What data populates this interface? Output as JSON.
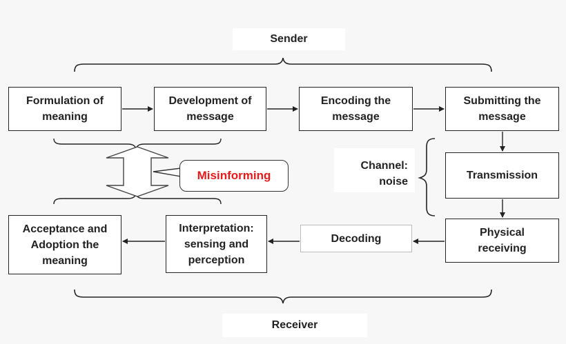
{
  "sender_label": "Sender",
  "receiver_label": "Receiver",
  "boxes": {
    "formulation": "Formulation of\nmeaning",
    "development": "Development of\nmessage",
    "encoding": "Encoding the\nmessage",
    "submitting": "Submitting the\nmessage",
    "transmission": "Transmission",
    "physical": "Physical\nreceiving",
    "decoding": "Decoding",
    "interpretation": "Interpretation:\nsensing and\nperception",
    "acceptance": "Acceptance and\nAdoption the\nmeaning"
  },
  "channel_label": "Channel:\nnoise",
  "misinforming_label": "Misinforming",
  "colors": {
    "line": "#222222",
    "misinforming_text": "#e8191a",
    "background": "#f7f7f7"
  }
}
